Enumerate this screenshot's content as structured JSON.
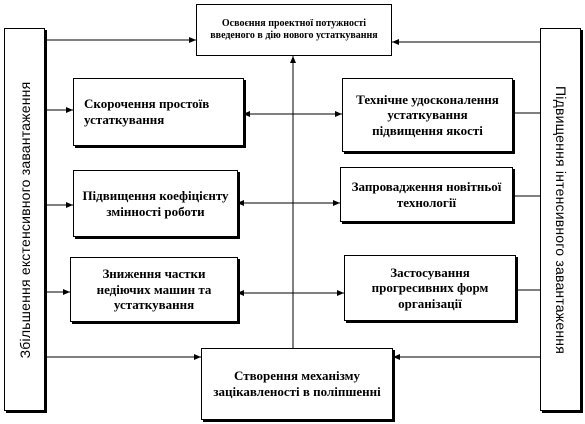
{
  "diagram": {
    "top_box": "Освоєння проектної потужності введеного в дію нового устаткування",
    "bottom_box": "Створення механізму зацікавленості в поліпшенні",
    "left_bar": "Збільшення екстенсивного завантаження",
    "right_bar": "Підвищення інтенсивного завантаження",
    "left_boxes": [
      "Скорочення простоїв устаткування",
      "Підвищення коефіцієнту змінності роботи",
      "Зниження частки недіючих машин та устаткування"
    ],
    "right_boxes": [
      "Технічне удосконалення устаткування підвищення якості",
      "Запровадження новітньої технології",
      "Застосування прогресивних форм організації"
    ]
  }
}
